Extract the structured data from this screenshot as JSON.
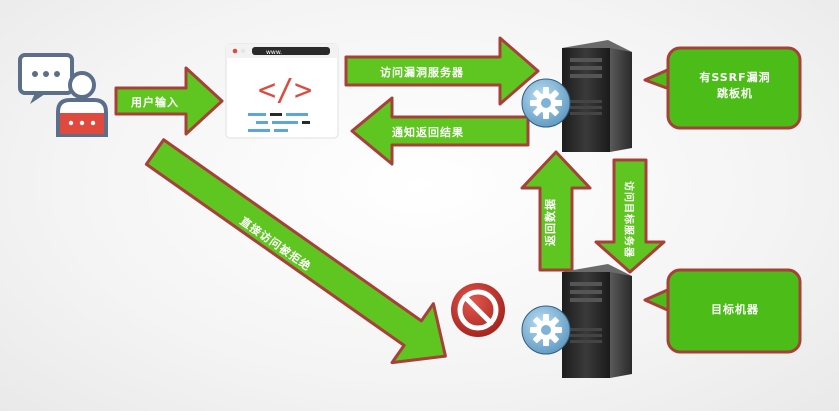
{
  "arrows": {
    "user_input": "用户输入",
    "visit_vuln_server": "访问漏洞服务器",
    "notify_result": "通知返回结果",
    "direct_access_denied": "直接访问被拒绝",
    "return_data": "返回数据",
    "visit_target_server": "访问目标服务器"
  },
  "callouts": {
    "ssrf_springboard_line1": "有SSRF漏洞",
    "ssrf_springboard_line2": "跳板机",
    "target_machine": "目标机器"
  },
  "browser": {
    "address": "www."
  },
  "colors": {
    "arrow_fill": "#5fc520",
    "arrow_border": "#a8403a",
    "callout_fill": "#4cbd18",
    "forbidden": "#c0302a",
    "user_icon": "#5b6f8a",
    "server": "#2b2b2b"
  }
}
